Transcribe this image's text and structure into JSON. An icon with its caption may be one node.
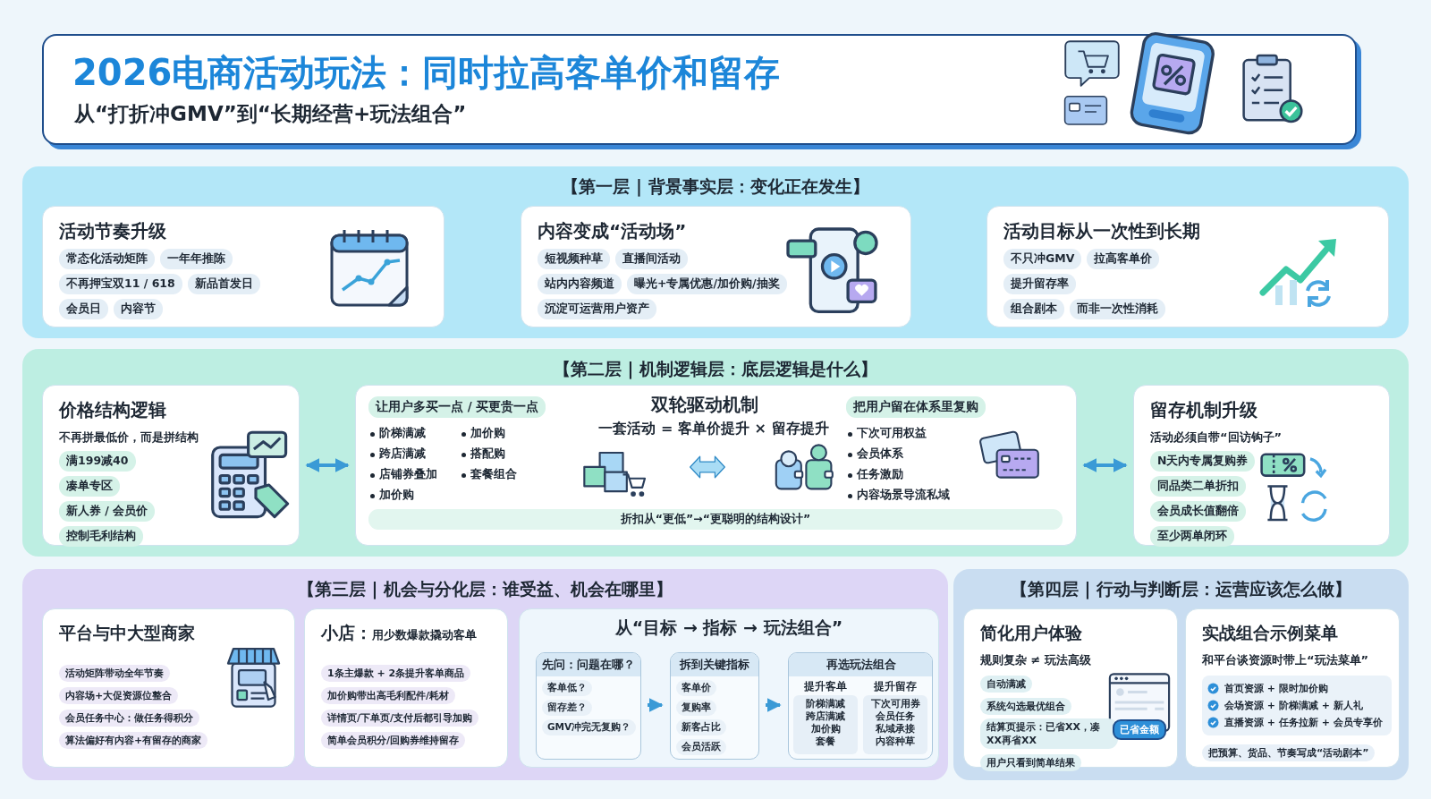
{
  "diagram": {
    "title": "2026电商活动玩法：同时拉高客单价和留存",
    "nodes": [
      {
        "text": [
          "【第一层 | 背景事实层：变化正在发生】"
        ]
      },
      {
        "text": [
          "活动节奏升级",
          "常态化活动矩阵",
          "一年年推陈",
          "不再押宝双11 / 618",
          "新品首发日",
          "会员日",
          "内容节"
        ],
        "in": 0
      },
      {
        "text": [
          "内容变成“活动场”",
          "短视频种草",
          "直播间活动",
          "站内内容频道",
          "曝光+专属优惠/加价购/抽奖",
          "沉淀可运营用户资产"
        ],
        "in": 0
      },
      {
        "text": [
          "活动目标从一次性到长期",
          "不只冲GMV",
          "拉高客单价",
          "提升留存率",
          "组合剧本",
          "而非一次性消耗"
        ],
        "in": 0
      },
      {
        "text": [
          "【第二层 | 机制逻辑层：底层逻辑是什么】"
        ]
      },
      {
        "text": [
          "价格结构逻辑",
          "不再拼最低价，而是拼结构",
          "满199减40",
          "凑单专区",
          "新人券 / 会员价",
          "控制毛利结构"
        ],
        "in": 4
      },
      {
        "text": [
          "双轮驱动机制",
          "一套活动 = 客单价提升 × 留存提升",
          "让用户多买一点 / 买更贵一点",
          "阶梯满减",
          "跨店满减",
          "店铺券叠加",
          "加价购",
          "加价购",
          "搭配购",
          "套餐组合",
          "把用户留在体系里复购",
          "下次可用权益",
          "会员体系",
          "任务激励",
          "内容场景导流私域",
          "折扣从“更低”→“更聪明的结构设计”"
        ],
        "in": 4
      },
      {
        "text": [
          "留存机制升级",
          "活动必须自带“回访钩子”",
          "N天内专属复购券",
          "同品类二单折扣",
          "会员成长值翻倍",
          "至少两单闭环"
        ],
        "in": 4
      },
      {
        "text": [
          "【第三层 | 机会与分化层：谁受益、机会在哪里】"
        ]
      },
      {
        "text": [
          "平台与中大型商家",
          "活动矩阵带动全年节奏",
          "内容场+大促资源位整合",
          "会员任务中心：做任务得积分",
          "算法偏好有内容+有留存的商家"
        ],
        "in": 8
      },
      {
        "text": [
          "小店：",
          "用少数爆款撬动客单",
          "1条主爆款 + 2条提升客单商品",
          "加价购带出高毛利配件/耗材",
          "详情页/下单页/支付后都引导加购",
          "简单会员积分/回购券维持留存"
        ],
        "in": 8
      },
      {
        "text": [
          "从“目标 → 指标 → 玩法组合”"
        ],
        "in": 8
      },
      {
        "text": [
          "先问：问题在哪？",
          "客单低？",
          "留存差？",
          "GMV冲完无复购？"
        ],
        "in": 11
      },
      {
        "text": [
          "拆到关键指标",
          "客单价",
          "复购率",
          "新客占比",
          "会员活跃"
        ],
        "in": 11
      },
      {
        "text": [
          "再选玩法组合",
          "提升客单",
          "阶梯满减",
          "跨店满减",
          "加价购",
          "套餐",
          "提升留存",
          "下次可用券",
          "会员任务",
          "私域承接",
          "内容种草"
        ],
        "in": 11
      },
      {
        "text": [
          "【第四层 | 行动与判断层：运营应该怎么做】"
        ]
      },
      {
        "text": [
          "简化用户体验",
          "规则复杂 ≠ 玩法高级",
          "自动满减",
          "系统勾选最优组合",
          "结算页提示：已省XX，凑XX再省XX",
          "用户只看到简单结果"
        ],
        "in": 15
      },
      {
        "text": [
          "实战组合示例菜单",
          "和平台谈资源时带上“玩法菜单”",
          "首页资源 + 限时加价购",
          "会场资源 + 阶梯满减 + 新人礼",
          "直播资源 + 任务拉新 + 会员专享价",
          "把预算、货品、节奏写成“活动剧本”"
        ],
        "in": 15
      }
    ],
    "edges": [
      {
        "from": 5,
        "to": 6,
        "arrow": "both"
      },
      {
        "from": 6,
        "to": 7,
        "arrow": "both"
      },
      {
        "from": 12,
        "to": 13,
        "arrow": "to"
      },
      {
        "from": 13,
        "to": 14,
        "arrow": "to"
      }
    ],
    "labels": [
      "从“打折冲GMV”到“长期经营+玩法组合”",
      "已省金额"
    ]
  }
}
